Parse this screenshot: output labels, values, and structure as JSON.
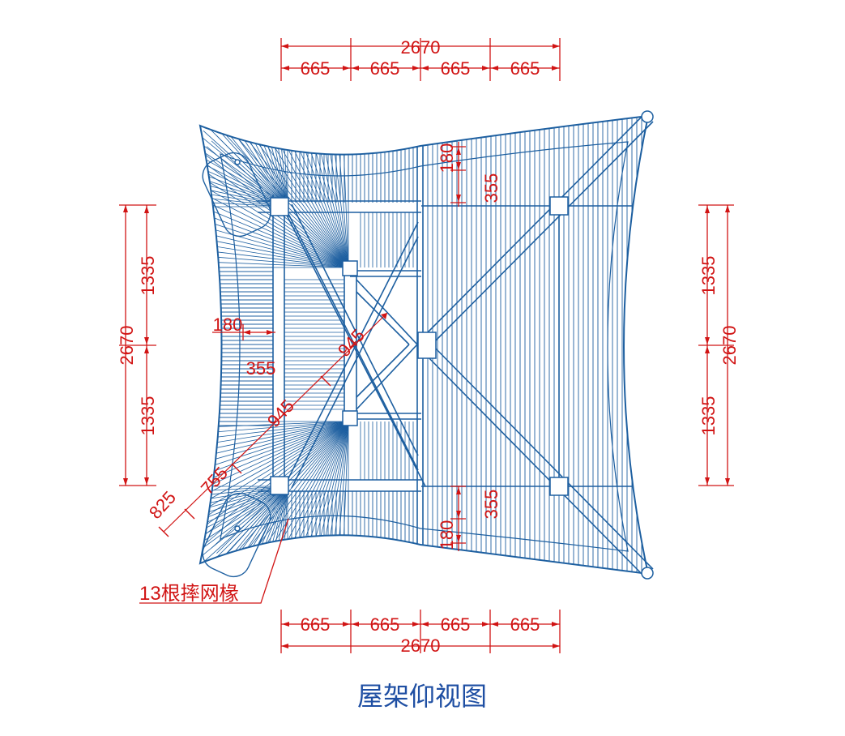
{
  "title": "屋架仰视图",
  "note": "13根摔网椽",
  "dims": {
    "top_total": "2670",
    "top_segments": [
      "665",
      "665",
      "665",
      "665"
    ],
    "bottom_total": "2670",
    "bottom_segments": [
      "665",
      "665",
      "665",
      "665"
    ],
    "left_total": "2670",
    "left_halves": [
      "1335",
      "1335"
    ],
    "right_total": "2670",
    "right_halves": [
      "1335",
      "1335"
    ],
    "overhang_180": "180",
    "overhang_355": "355",
    "diag_945": "945",
    "diag_755": "755",
    "diag_825": "825"
  },
  "colors": {
    "structure": "#1d5fa0",
    "dimension": "#d11414",
    "title": "#1f4fa3"
  }
}
